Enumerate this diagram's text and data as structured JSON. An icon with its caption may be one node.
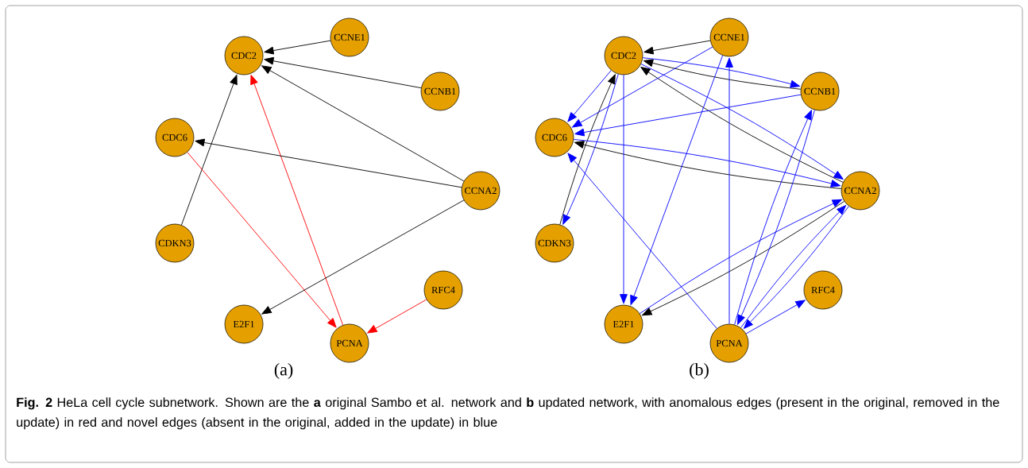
{
  "diagram": {
    "caption": "**Fig. 2** HeLa cell cycle subnetwork. Shown are the **a** original Sambo et al. network and **b** updated network, with anomalous edges (present in the original, removed in the update) in red and novel edges (absent in the original, added in the update) in blue",
    "nodes": [
      {
        "text": [
          "CDC2"
        ]
      },
      {
        "text": [
          "CCNE1"
        ]
      },
      {
        "text": [
          "CCNB1"
        ]
      },
      {
        "text": [
          "CDC6"
        ]
      },
      {
        "text": [
          "CCNA2"
        ]
      },
      {
        "text": [
          "CDKN3"
        ]
      },
      {
        "text": [
          "E2F1"
        ]
      },
      {
        "text": [
          "PCNA"
        ]
      },
      {
        "text": [
          "RFC4"
        ]
      },
      {
        "text": [
          "CDC2"
        ]
      },
      {
        "text": [
          "CCNE1"
        ]
      },
      {
        "text": [
          "CCNB1"
        ]
      },
      {
        "text": [
          "CDC6"
        ]
      },
      {
        "text": [
          "CCNA2"
        ]
      },
      {
        "text": [
          "CDKN3"
        ]
      },
      {
        "text": [
          "E2F1"
        ]
      },
      {
        "text": [
          "PCNA"
        ]
      },
      {
        "text": [
          "RFC4"
        ]
      }
    ],
    "edges": [
      {
        "from": 1,
        "to": 0,
        "arrow": "to",
        "color": "#000000"
      },
      {
        "from": 2,
        "to": 0,
        "arrow": "to",
        "color": "#000000"
      },
      {
        "from": 4,
        "to": 0,
        "arrow": "to",
        "color": "#000000"
      },
      {
        "from": 5,
        "to": 0,
        "arrow": "to",
        "color": "#000000"
      },
      {
        "from": 7,
        "to": 0,
        "arrow": "to",
        "color": "#ff0000"
      },
      {
        "from": 4,
        "to": 3,
        "arrow": "to",
        "color": "#000000"
      },
      {
        "from": 3,
        "to": 7,
        "arrow": "to",
        "color": "#ff0000"
      },
      {
        "from": 4,
        "to": 6,
        "arrow": "to",
        "color": "#000000"
      },
      {
        "from": 8,
        "to": 7,
        "arrow": "to",
        "color": "#ff0000"
      },
      {
        "from": 10,
        "to": 9,
        "arrow": "to",
        "color": "#000000"
      },
      {
        "from": 11,
        "to": 9,
        "arrow": "to",
        "color": "#000000"
      },
      {
        "from": 13,
        "to": 9,
        "arrow": "to",
        "color": "#000000"
      },
      {
        "from": 14,
        "to": 9,
        "arrow": "to",
        "color": "#000000"
      },
      {
        "from": 13,
        "to": 12,
        "arrow": "to",
        "color": "#000000"
      },
      {
        "from": 13,
        "to": 15,
        "arrow": "to",
        "color": "#000000"
      },
      {
        "from": 9,
        "to": 12,
        "arrow": "to",
        "color": "#0000ff"
      },
      {
        "from": 10,
        "to": 12,
        "arrow": "to",
        "color": "#0000ff"
      },
      {
        "from": 11,
        "to": 12,
        "arrow": "to",
        "color": "#0000ff"
      },
      {
        "from": 9,
        "to": 11,
        "arrow": "to",
        "color": "#0000ff"
      },
      {
        "from": 9,
        "to": 13,
        "arrow": "to",
        "color": "#0000ff"
      },
      {
        "from": 12,
        "to": 13,
        "arrow": "to",
        "color": "#0000ff"
      },
      {
        "from": 16,
        "to": 12,
        "arrow": "to",
        "color": "#0000ff"
      },
      {
        "from": 9,
        "to": 14,
        "arrow": "to",
        "color": "#0000ff"
      },
      {
        "from": 9,
        "to": 15,
        "arrow": "to",
        "color": "#0000ff"
      },
      {
        "from": 10,
        "to": 15,
        "arrow": "to",
        "color": "#0000ff"
      },
      {
        "from": 16,
        "to": 10,
        "arrow": "to",
        "color": "#0000ff"
      },
      {
        "from": 16,
        "to": 11,
        "arrow": "to",
        "color": "#0000ff"
      },
      {
        "from": 11,
        "to": 16,
        "arrow": "to",
        "color": "#0000ff"
      },
      {
        "from": 13,
        "to": 16,
        "arrow": "to",
        "color": "#0000ff"
      },
      {
        "from": 16,
        "to": 13,
        "arrow": "to",
        "color": "#0000ff"
      },
      {
        "from": 16,
        "to": 17,
        "arrow": "to",
        "color": "#0000ff"
      },
      {
        "from": 15,
        "to": 13,
        "arrow": "to",
        "color": "#0000ff"
      }
    ],
    "labels": [
      "(a)",
      "(b)"
    ]
  }
}
